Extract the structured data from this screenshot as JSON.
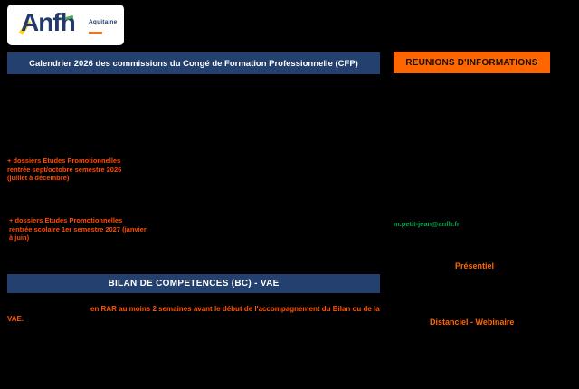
{
  "colors": {
    "page_background": "#000000",
    "banner_blue": "#24406E",
    "banner_orange": "#FF6600",
    "note_red": "#FF4B00",
    "email_green": "#00A651",
    "logo_blue": "#21396B",
    "logo_yellow": "#FFD21E",
    "logo_green": "#4CAF50",
    "logo_orange": "#F97316"
  },
  "logo": {
    "brand": "Anfh",
    "region": "Aquitaine"
  },
  "cfp": {
    "banner": "Calendrier 2026 des commissions du Congé de Formation Professionnelle (CFP)",
    "note_ep_2026": "+ dossiers Etudes Promotionnelles rentrée sept/octobre semestre 2026 (juillet à décembre)",
    "note_ep_2027": "+ dossiers Etudes Promotionnelles rentrée scolaire 1er semestre 2027 (janvier à juin)"
  },
  "reunions": {
    "banner": "REUNIONS D'INFORMATIONS",
    "contact_email": "m.petit-jean@anfh.fr",
    "mode_presentiel": "Présentiel",
    "mode_distanciel": "Distanciel - Webinaire"
  },
  "bilan": {
    "banner": "BILAN DE COMPETENCES (BC) -  VAE",
    "note": "en RAR au moins 2 semaines avant le début de l'accompagnement du Bilan ou de la VAE."
  }
}
